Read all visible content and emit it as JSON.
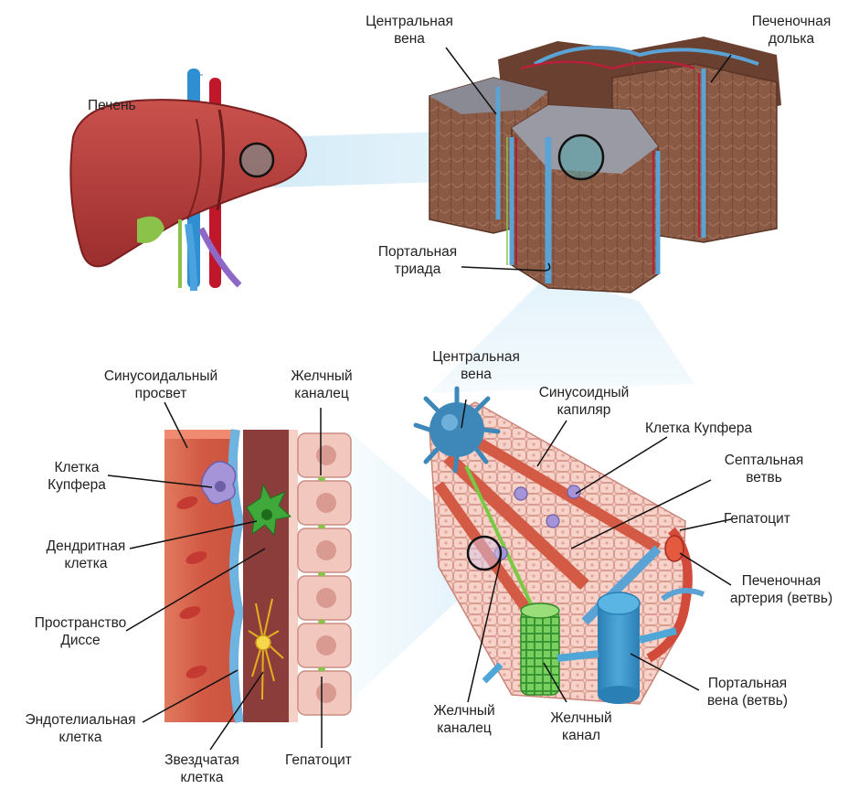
{
  "labels": {
    "liver": "Печень",
    "central_vein_top": [
      "Центральная",
      "вена"
    ],
    "hepatic_lobule": [
      "Печеночная",
      "долька"
    ],
    "portal_triad": [
      "Портальная",
      "триада"
    ],
    "sinusoidal_lumen": [
      "Синусоидальный",
      "просвет"
    ],
    "bile_canaliculus_top": [
      "Желчный",
      "каналец"
    ],
    "kupffer_cell_left": [
      "Клетка",
      "Купфера"
    ],
    "dendritic_cell": [
      "Дендритная",
      "клетка"
    ],
    "space_of_disse": [
      "Пространство",
      "Диссе"
    ],
    "endothelial_cell": [
      "Эндотелиальная",
      "клетка"
    ],
    "stellate_cell": [
      "Звездчатая",
      "клетка"
    ],
    "hepatocyte_left": "Гепатоцит",
    "central_vein_bottom": [
      "Центральная",
      "вена"
    ],
    "sinusoid_capillary": [
      "Синусоидный",
      "капиляр"
    ],
    "kupffer_cell_right": "Клетка Купфера",
    "septal_branch": [
      "Септальная",
      "ветвь"
    ],
    "hepatocyte_right": "Гепатоцит",
    "hepatic_artery": [
      "Печеночная",
      "артерия (ветвь)"
    ],
    "portal_vein": [
      "Портальная",
      "вена (ветвь)"
    ],
    "bile_duct": [
      "Желчный",
      "канал"
    ],
    "bile_canaliculus_bottom": [
      "Желчный",
      "каналец"
    ]
  },
  "colors": {
    "liver": "#b23a3a",
    "vein_blue": "#2f8fd0",
    "artery_red": "#c0182a",
    "lobule_brown": "#8a5a44",
    "hepatocyte_pink": "#f1c2b8",
    "sinusoid_red": "#d96a4f",
    "bile_green": "#7ac943",
    "stellate_yellow": "#f0c830",
    "kupffer_purple": "#a595d8",
    "zoom_cone": "#cfe9f7"
  }
}
